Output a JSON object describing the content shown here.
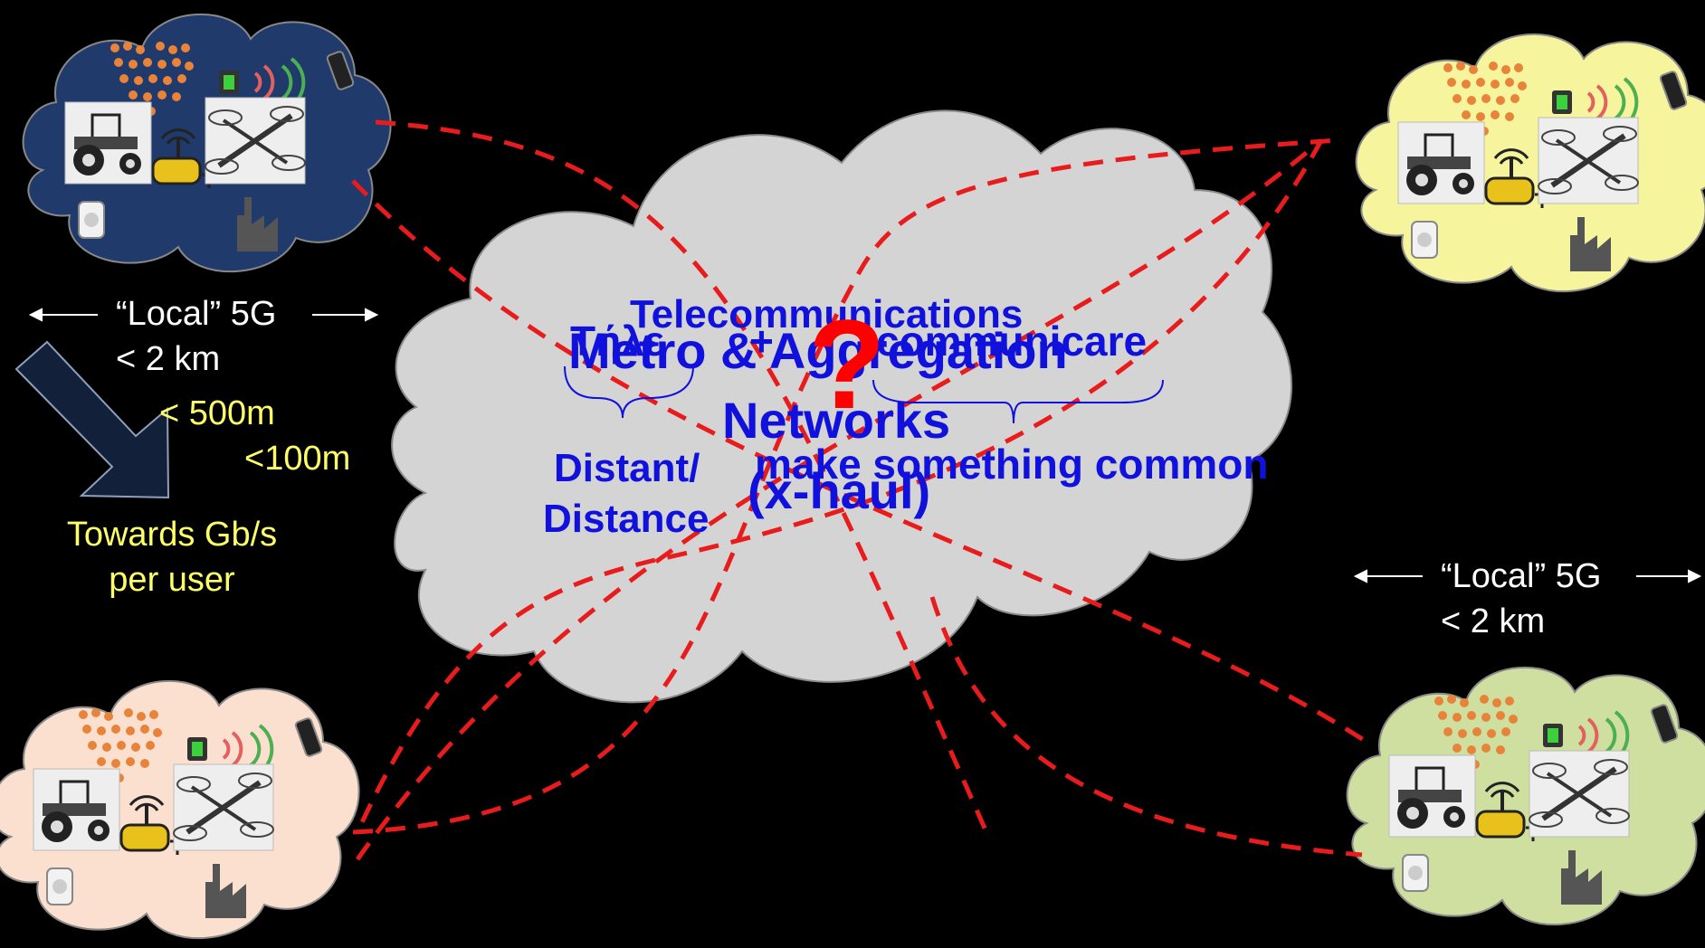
{
  "colors": {
    "background": "#000000",
    "cloud_fill": "#d4d4d4",
    "cloud_stroke": "#8a8a8a",
    "link_dash": "#e81c1c",
    "cloud_text": "#1111dd",
    "question": "#ff0000",
    "local_blue": "#1f3a6b",
    "local_yellow": "#f6f49c",
    "local_peach": "#fbe0cf",
    "local_green": "#cfdfa0"
  },
  "central": {
    "title_line1": "Metro & Aggregation",
    "title_line2": "Networks",
    "title_line3": "(x-haul)",
    "question_mark": "?",
    "overlay_tele": "Telecommunications",
    "overlay_greek": "Τήλε",
    "overlay_plus": "+",
    "overlay_communicare": "communicare",
    "overlay_distant1": "Distant/",
    "overlay_distant2": "Distance",
    "overlay_common": "make something common"
  },
  "left_panel": {
    "local_label": "“Local” 5G",
    "range": "< 2 km",
    "range_500": "< 500m",
    "range_100": "<100m",
    "towards_line1": "Towards Gb/s",
    "towards_line2": "per user"
  },
  "right_panel": {
    "local_label": "“Local” 5G",
    "range": "< 2 km"
  },
  "local_clouds": [
    {
      "id": "top-left",
      "color": "local_blue"
    },
    {
      "id": "top-right",
      "color": "local_yellow"
    },
    {
      "id": "bottom-left",
      "color": "local_peach"
    },
    {
      "id": "bottom-right",
      "color": "local_green"
    }
  ],
  "icons": [
    "tractor-icon",
    "drone-icon",
    "iot-gateway-icon",
    "smart-plug-icon",
    "factory-icon",
    "chip-icon",
    "wifi-waves-icon",
    "phone-icon",
    "crowd-icon",
    "question-mark-icon",
    "arrow-down-right-icon"
  ]
}
